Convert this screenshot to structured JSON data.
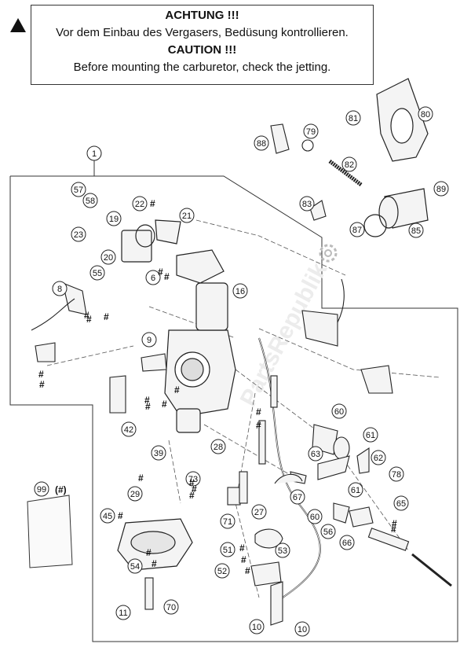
{
  "notice": {
    "line1": "ACHTUNG !!!",
    "line2": "Vor dem Einbau des Vergasers, Bedüsung kontrollieren.",
    "line3": "CAUTION !!!",
    "line4": "Before mounting the carburetor, check the jetting."
  },
  "watermark": {
    "text": "PartsRepublik"
  },
  "assembly_label": "1",
  "kit_note": "(#)",
  "hash_mark": "#",
  "callouts": [
    "57",
    "58",
    "22",
    "21",
    "19",
    "23",
    "20",
    "55",
    "6",
    "8",
    "16",
    "9",
    "42",
    "39",
    "28",
    "73",
    "71",
    "27",
    "29",
    "45",
    "51",
    "52",
    "53",
    "54",
    "70",
    "11",
    "10",
    "10",
    "60",
    "61",
    "63",
    "62",
    "67",
    "61",
    "60",
    "56",
    "66",
    "65",
    "78",
    "99",
    "81",
    "80",
    "88",
    "79",
    "82",
    "83",
    "87",
    "89",
    "85"
  ],
  "hash_count": 26
}
